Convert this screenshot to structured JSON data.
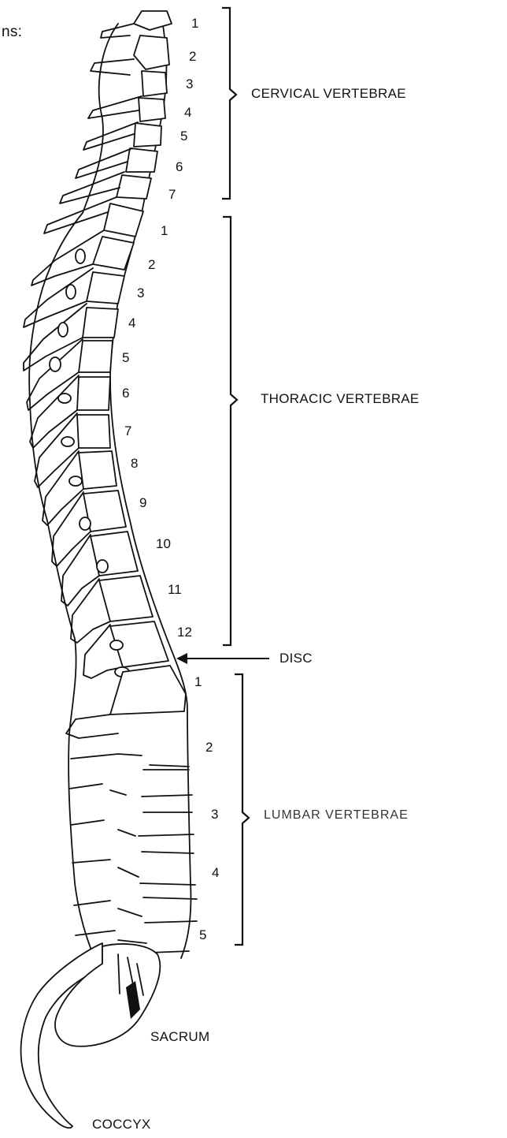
{
  "caption_fragment": "ns:",
  "regions": {
    "cervical": {
      "label": "CERVICAL VERTEBRAE",
      "numbers": [
        "1",
        "2",
        "3",
        "4",
        "5",
        "6",
        "7"
      ]
    },
    "thoracic": {
      "label": "THORACIC VERTEBRAE",
      "numbers": [
        "1",
        "2",
        "3",
        "4",
        "5",
        "6",
        "7",
        "8",
        "9",
        "10",
        "11",
        "12"
      ]
    },
    "lumbar": {
      "label": "LUMBAR VERTEBRAE",
      "numbers": [
        "1",
        "2",
        "3",
        "4",
        "5"
      ]
    }
  },
  "pointers": {
    "disc": "DISC"
  },
  "bottom_labels": {
    "sacrum": "SACRUM",
    "coccyx": "COCCYX"
  }
}
